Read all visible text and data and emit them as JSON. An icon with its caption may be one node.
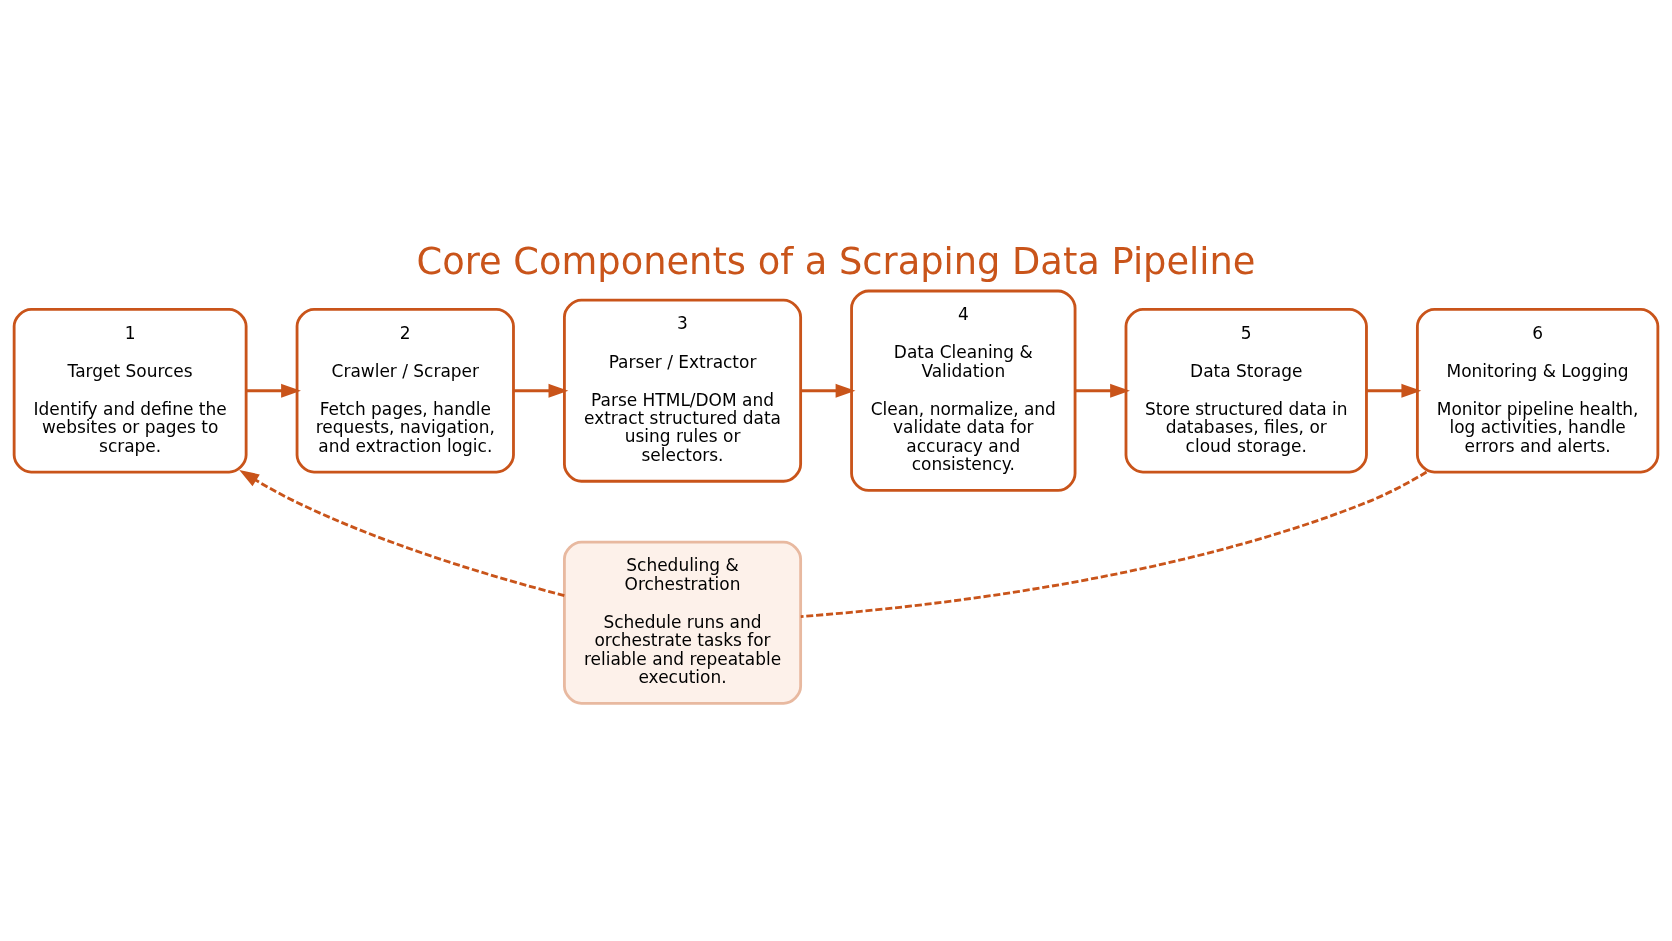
{
  "diagram": {
    "title": "Core Components of a Scraping Data Pipeline",
    "nodes": [
      {
        "text": [
          "1",
          "Target Sources",
          "Identify and define the websites or pages to scrape."
        ]
      },
      {
        "text": [
          "2",
          "Crawler / Scraper",
          "Fetch pages, handle requests, navigation, and extraction logic."
        ]
      },
      {
        "text": [
          "3",
          "Parser / Extractor",
          "Parse HTML/DOM and extract structured data using rules or selectors."
        ]
      },
      {
        "text": [
          "4",
          "Data Cleaning & Validation",
          "Clean, normalize, and validate data for accuracy and consistency."
        ]
      },
      {
        "text": [
          "5",
          "Data Storage",
          "Store structured data in databases, files, or cloud storage."
        ]
      },
      {
        "text": [
          "6",
          "Monitoring & Logging",
          "Monitor pipeline health, log activities, handle errors and alerts."
        ]
      },
      {
        "text": [
          "Scheduling & Orchestration",
          "Schedule runs and orchestrate tasks for reliable and repeatable execution."
        ]
      }
    ],
    "edges": [
      {
        "from": 0,
        "to": 1,
        "arrow": "to"
      },
      {
        "from": 1,
        "to": 2,
        "arrow": "to"
      },
      {
        "from": 2,
        "to": 3,
        "arrow": "to"
      },
      {
        "from": 3,
        "to": 4,
        "arrow": "to"
      },
      {
        "from": 4,
        "to": 5,
        "arrow": "to"
      },
      {
        "from": 5,
        "to": 6,
        "arrow": "none",
        "style": "dashed"
      },
      {
        "from": 6,
        "to": 0,
        "arrow": "to",
        "style": "dashed"
      }
    ]
  }
}
